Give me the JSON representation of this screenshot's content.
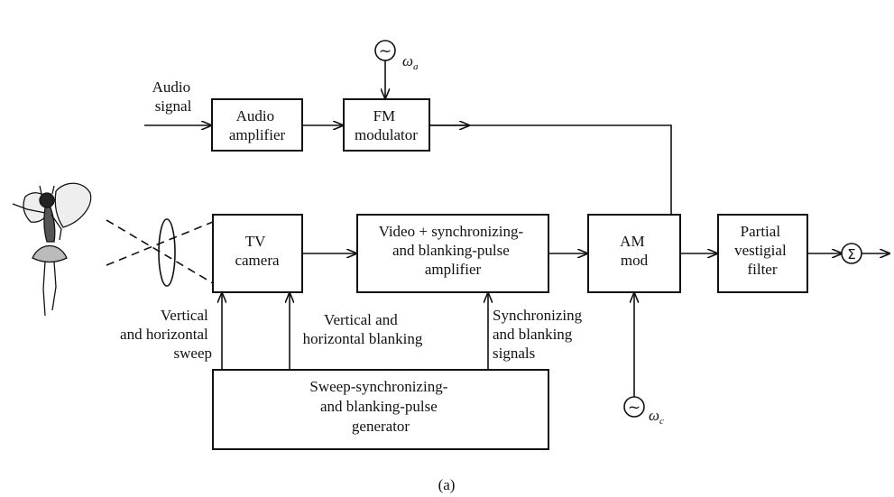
{
  "audio_path": {
    "input_label": [
      "Audio",
      "signal"
    ],
    "audio_amplifier": [
      "Audio",
      "amplifier"
    ],
    "fm_modulator": [
      "FM",
      "modulator"
    ],
    "audio_oscillator_symbol": "~",
    "audio_carrier": {
      "base": "ω",
      "sub": "a"
    }
  },
  "video_path": {
    "tv_camera": [
      "TV",
      "camera"
    ],
    "video_amplifier": [
      "Video + synchronizing-",
      "and blanking-pulse",
      "amplifier"
    ],
    "am_mod": [
      "AM",
      "mod"
    ],
    "partial_filter": [
      "Partial",
      "vestigial",
      "filter"
    ],
    "summer_symbol": "Σ",
    "video_oscillator_symbol": "~",
    "video_carrier": {
      "base": "ω",
      "sub": "c"
    }
  },
  "sync": {
    "generator": [
      "Sweep-synchronizing-",
      "and blanking-pulse",
      "generator"
    ],
    "sweep_label": [
      "Vertical",
      "and horizontal",
      "sweep"
    ],
    "blanking_label": [
      "Vertical and",
      "horizontal blanking"
    ],
    "signals_label": [
      "Synchronizing",
      "and blanking",
      "signals"
    ]
  },
  "caption": "(a)"
}
